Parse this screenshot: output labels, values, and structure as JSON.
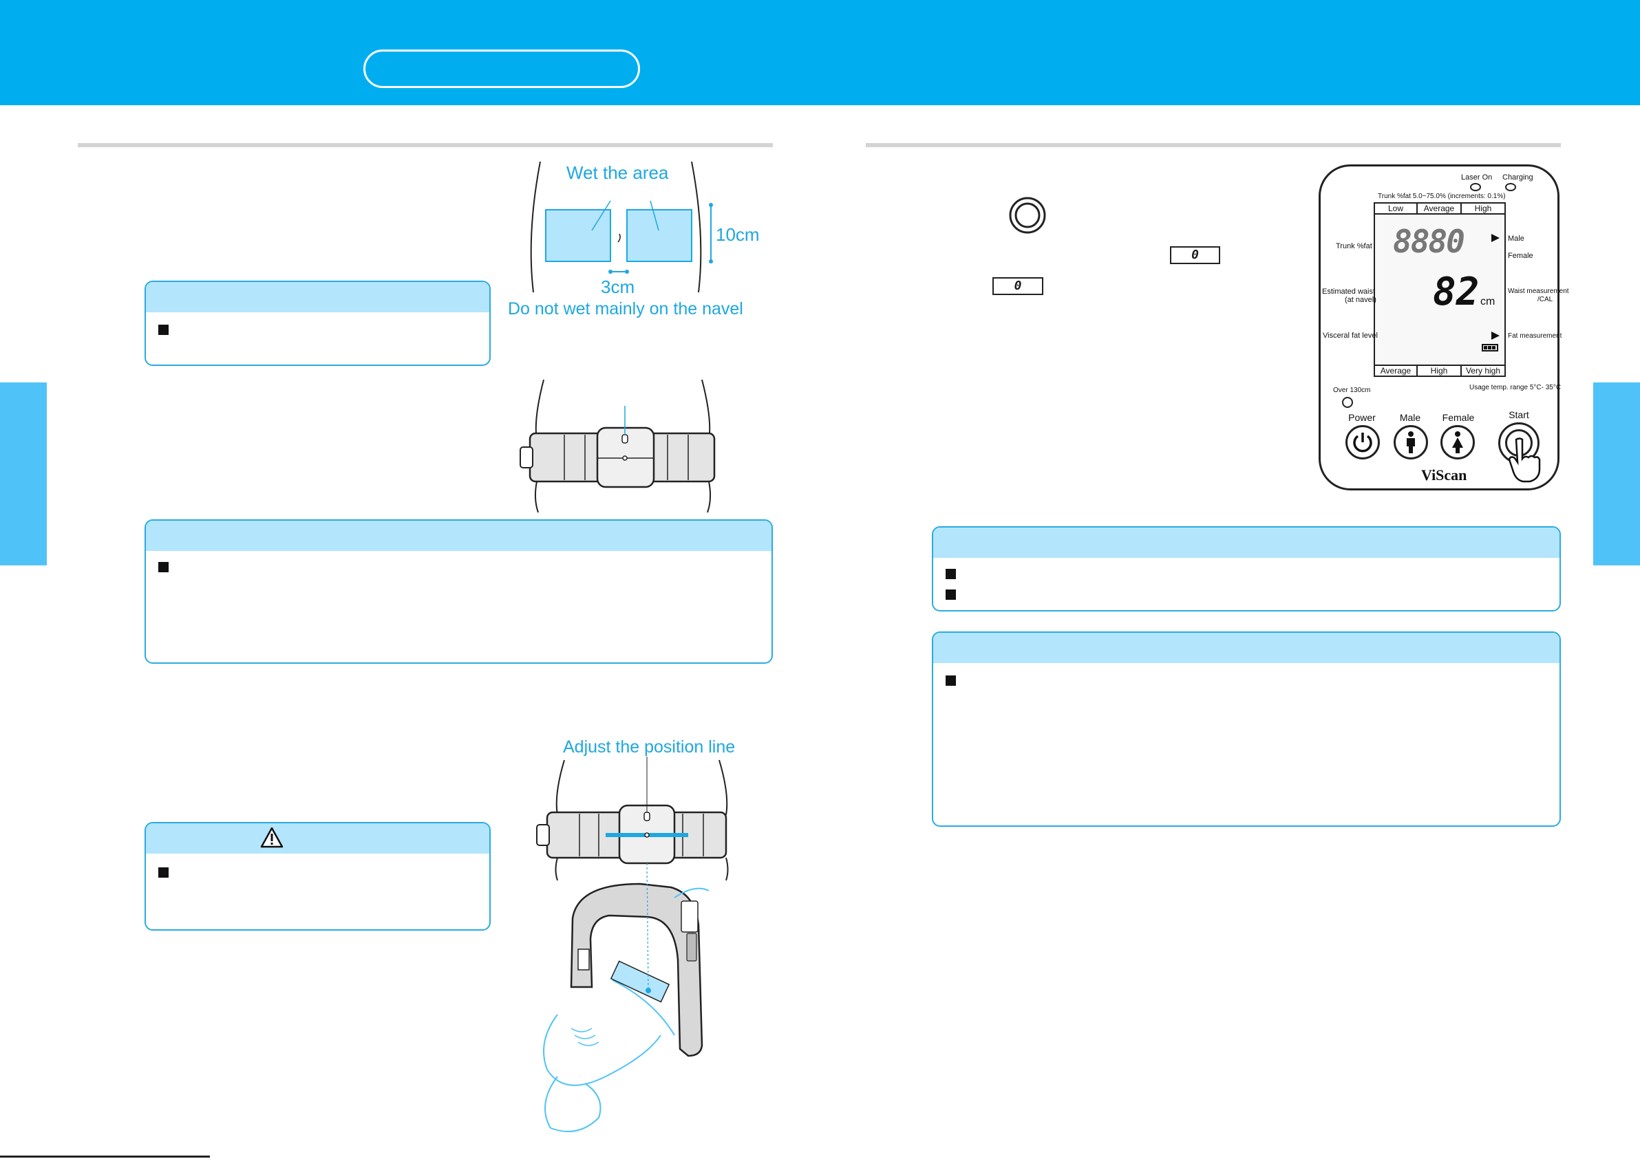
{
  "figure_wet_area": {
    "title": "Wet the area",
    "width_label": "3cm",
    "height_label": "10cm",
    "caption": "Do not wet mainly on the navel"
  },
  "figure_position": {
    "title": "Adjust the position line"
  },
  "device": {
    "brand": "ViScan",
    "laser_label": "Laser On",
    "charging_label": "Charging",
    "range_label": "Trunk %fat 5.0~75.0% (increments: 0.1%)",
    "top_scale": [
      "Low",
      "Average",
      "High"
    ],
    "bottom_scale": [
      "Average",
      "High",
      "Very high"
    ],
    "left_labels": {
      "trunk": "Trunk %fat",
      "waist_line1": "Estimated waist",
      "waist_line2": "(at navel)",
      "visceral": "Visceral fat level"
    },
    "right_labels": {
      "male": "Male",
      "female": "Female",
      "waist_line1": "Waist measurement",
      "waist_line2": "/CAL",
      "fat": "Fat measurement"
    },
    "lcd": {
      "top_digits": "8880",
      "waist_value": "82",
      "waist_unit": "cm"
    },
    "over_label": "Over 130cm",
    "usage_temp": "Usage temp. range 5°C- 35°C",
    "buttons": {
      "power": "Power",
      "male": "Male",
      "female": "Female",
      "start": "Start"
    }
  },
  "inline_displays": {
    "zero_a": "0",
    "zero_b": "0"
  },
  "colors": {
    "header": "#00aeef",
    "accent": "#1ea7e1",
    "note_header": "#b3e5fc",
    "side_tab": "#4fc3f7"
  }
}
